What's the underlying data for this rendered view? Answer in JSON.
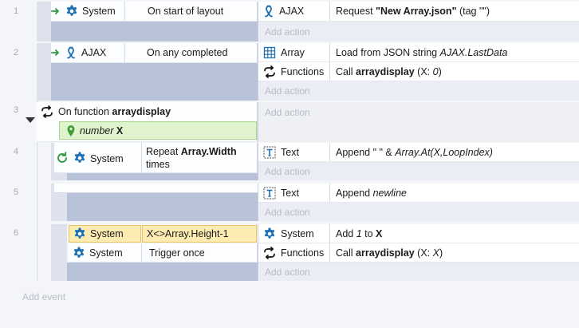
{
  "line_numbers": [
    "1",
    "2",
    "3",
    "4",
    "5",
    "6"
  ],
  "events": {
    "e1": {
      "condition": {
        "object": "System",
        "text": "On start of layout"
      },
      "action": {
        "object": "AJAX",
        "pre": "Request ",
        "bold": "\"New Array.json\"",
        "post": " (tag \"\")"
      }
    },
    "e2": {
      "condition": {
        "object": "AJAX",
        "text": "On any completed"
      },
      "action1": {
        "object": "Array",
        "pre": "Load from JSON string ",
        "italic": "AJAX.LastData"
      },
      "action2": {
        "object": "Functions",
        "pre": "Call ",
        "bold": "arraydisplay",
        "post": " (X: ",
        "italic": "0",
        "close": ")"
      }
    },
    "e3": {
      "function": {
        "pre": "On function ",
        "bold": "arraydisplay"
      },
      "param": {
        "italic": "number",
        "bold": "X"
      }
    },
    "e4": {
      "condition": {
        "object": "System",
        "pre": "Repeat ",
        "bold": "Array.Width",
        "post": "times"
      },
      "action": {
        "object": "Text",
        "pre": "Append \" \" & ",
        "italic": "Array.At(X,LoopIndex)"
      }
    },
    "e5": {
      "action": {
        "object": "Text",
        "pre": "Append ",
        "italic": "newline"
      }
    },
    "e6": {
      "condition1": {
        "object": "System",
        "text": "X<>Array.Height-1"
      },
      "condition2": {
        "object": "System",
        "text": "Trigger once"
      },
      "action1": {
        "object": "System",
        "pre": "Add ",
        "italic": "1",
        "mid": " to ",
        "bold": "X"
      },
      "action2": {
        "object": "Functions",
        "pre": "Call ",
        "bold": "arraydisplay",
        "post": " (X: ",
        "italic": "X",
        "close": ")"
      }
    }
  },
  "add_action_label": "Add action",
  "add_event_label": "Add event",
  "colors": {
    "highlight": "#fdecb1",
    "highlight_border": "#e8c462",
    "param_bg": "#e0f3cf",
    "param_border": "#a9d68a",
    "gear": "#1c6fb3",
    "green": "#2e9a3c"
  }
}
